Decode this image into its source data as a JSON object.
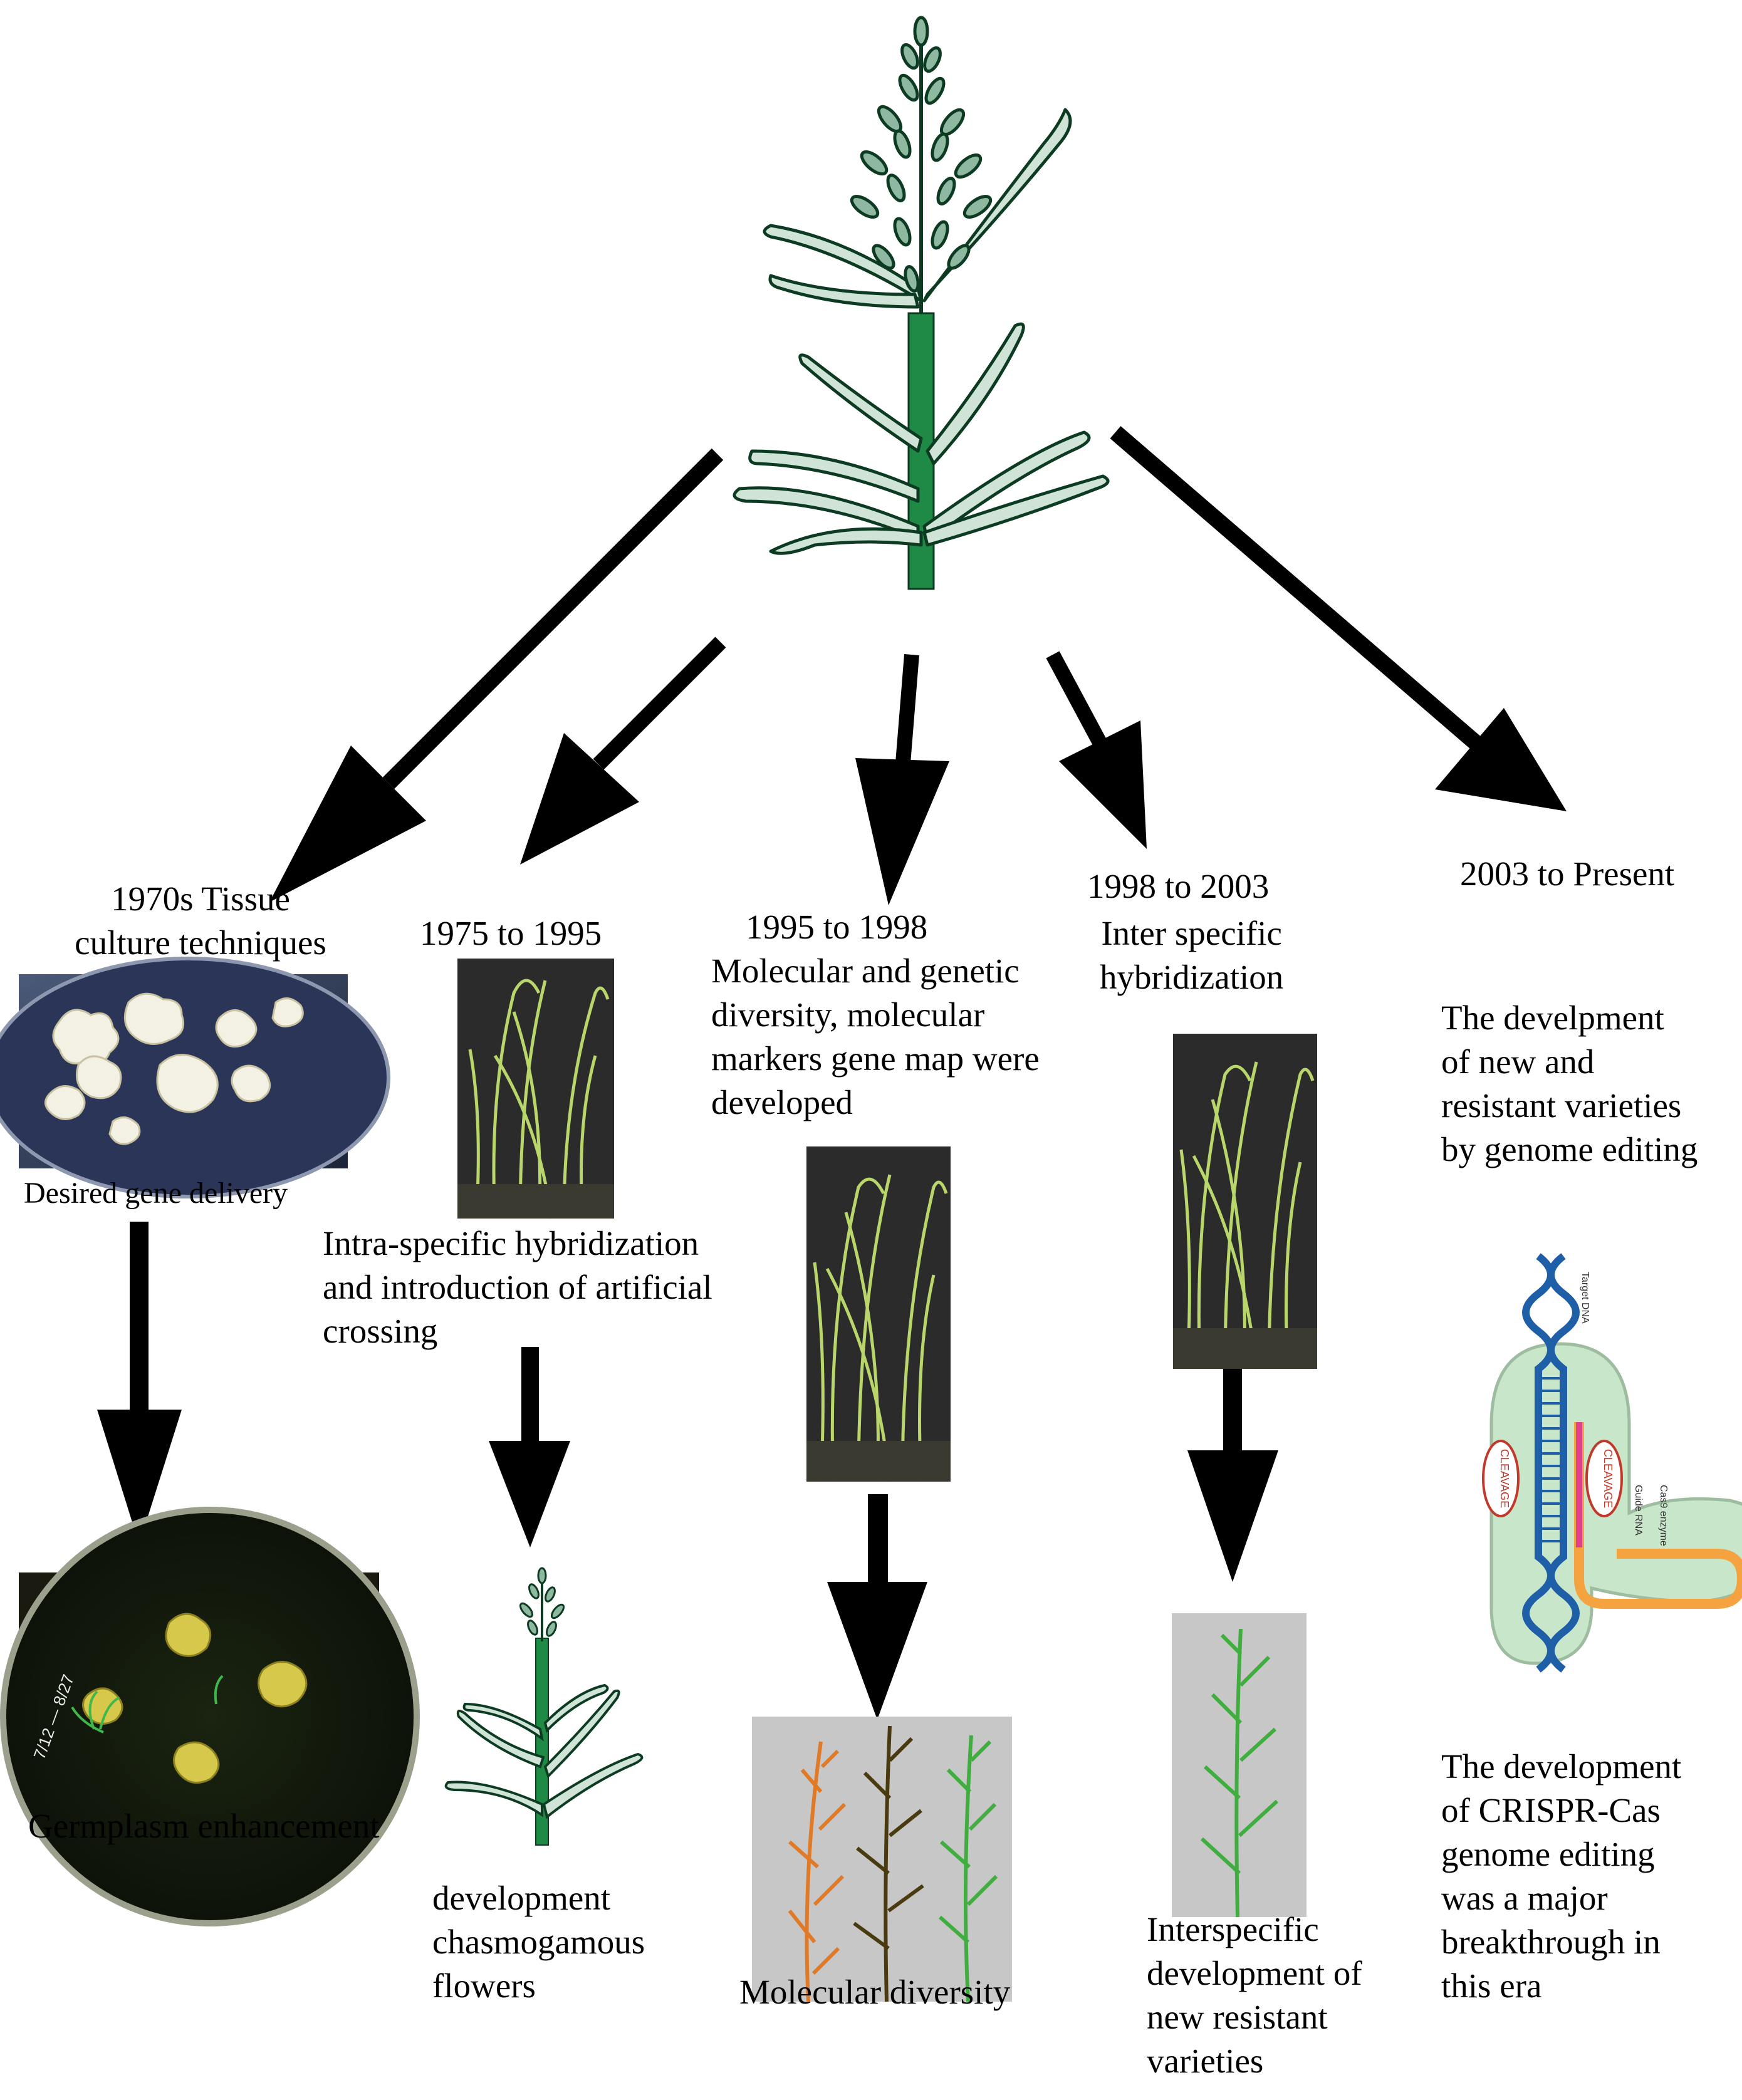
{
  "eras": [
    {
      "id": "tissue-culture",
      "heading": "1970s Tissue\nculture techniques",
      "image_caption": "Desired gene delivery",
      "outcome": "Germplasm enhancement"
    },
    {
      "id": "intra-specific",
      "heading": "1975 to 1995",
      "description": "Intra-specific hybridization\nand introduction of artificial\ncrossing",
      "outcome": "development\nchasmogamous\nflowers"
    },
    {
      "id": "molecular",
      "heading": "1995 to 1998",
      "description": "Molecular and genetic\ndiversity, molecular\nmarkers gene map were\ndeveloped",
      "outcome": "Molecular diversity"
    },
    {
      "id": "inter-specific",
      "heading": "1998 to 2003",
      "description": "Inter specific\nhybridization",
      "outcome": "Interspecific\ndevelopment of\nnew resistant\nvarieties"
    },
    {
      "id": "genome-editing",
      "heading": "2003 to Present",
      "description": "The develpment\nof new and\nresistant varieties\nby genome editing",
      "outcome": "The development\nof CRISPR-Cas\ngenome editing\nwas a major\nbreakthrough in\nthis era"
    }
  ],
  "crispr_labels": {
    "target_dna": "Target DNA",
    "cleavage": "CLEAVAGE",
    "guide_rna": "Guide RNA",
    "cas9": "Cas9 enzyme"
  },
  "colors": {
    "stem": "#1e8a45",
    "leaf": "#cfe3d6",
    "leaf_outline": "#0d3b22",
    "arrow": "#000000",
    "panel_bg": "#2b2b2b",
    "plant_green": "#b8d66a",
    "gray_panel": "#c7c7c7",
    "orange_panicle": "#e07a26",
    "brown_panicle": "#4a3a10",
    "green_panicle": "#3fae3f",
    "crispr_blob": "#c8e6c9",
    "dna_blue": "#1f5fa8",
    "guide_rna": "#e0408a",
    "cas_orange": "#f4a340"
  }
}
